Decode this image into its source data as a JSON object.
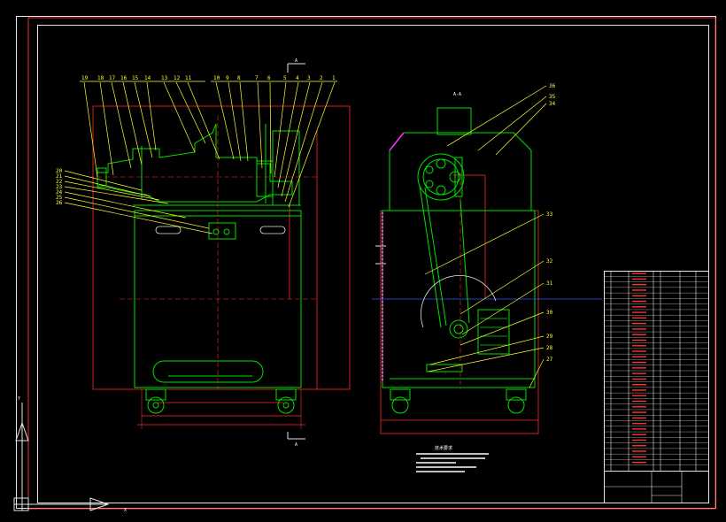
{
  "colors": {
    "background": "#000000",
    "frame": "#ff2a2a",
    "outline": "#e6e6e6",
    "part_green": "#00e000",
    "leader_yellow": "#ffff33",
    "centerline_blue": "#3355ff",
    "accent_magenta": "#ff33ff"
  },
  "front_view": {
    "section_mark": "A",
    "part_numbers": [
      "19",
      "18",
      "17",
      "16",
      "15",
      "14",
      "13",
      "12",
      "11",
      "10",
      "9",
      "8",
      "7",
      "6",
      "5",
      "4",
      "3",
      "2",
      "1"
    ]
  },
  "side_view": {
    "view_title": "A-A",
    "part_numbers": [
      "36",
      "35",
      "34",
      "33",
      "32",
      "31",
      "30",
      "29",
      "28",
      "27"
    ]
  },
  "left_labels": [
    "20",
    "21",
    "22",
    "23",
    "24",
    "25",
    "26"
  ],
  "notes": {
    "title": "技术要求"
  },
  "ucs_icon": {
    "x_label": "X",
    "y_label": "Y"
  }
}
